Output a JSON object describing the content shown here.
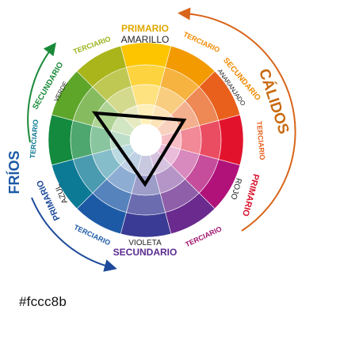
{
  "wheel": {
    "hues": [
      "#fcc500",
      "#f39a00",
      "#e8601c",
      "#e3122c",
      "#b1127a",
      "#6a2a8e",
      "#3a3b94",
      "#1d5aa6",
      "#0d7a95",
      "#138a3d",
      "#5ea62a",
      "#a9b51a"
    ],
    "center_color": "#ffffff",
    "triangle_color": "#000000"
  },
  "labels": {
    "primario_amarillo": "PRIMARIO",
    "amarillo": "AMARILLO",
    "terciario_top_right": "TERCIARIO",
    "terciario_top_left": "TERCIARIO",
    "secundario_anaranjado": "SECUNDARIO",
    "anaranjado": "ANARANJADO",
    "secundario_verde": "SECUNDARIO",
    "verde": "VERDE",
    "terciario_right": "TERCIARIO",
    "terciario_left": "TERCIARIO",
    "primario_rojo": "PRIMARIO",
    "rojo": "ROJO",
    "primario_azul": "PRIMARIO",
    "azul": "AZUL",
    "terciario_bottom_left": "TERCIARIO",
    "terciario_bottom_right": "TERCIARIO",
    "violeta": "VIOLETA",
    "secundario_violeta": "SECUNDARIO",
    "calidos": "CÁLIDOS",
    "frios": "FRÍOS"
  },
  "label_colors": {
    "primario_amarillo": "#e0a800",
    "amarillo": "#222222",
    "terciario_top_right": "#f08a00",
    "terciario_top_left": "#9bb11a",
    "secundario_anaranjado": "#f08a00",
    "anaranjado": "#222222",
    "secundario_verde": "#1a8a3a",
    "verde": "#222222",
    "terciario_right": "#e8601c",
    "terciario_left": "#0d7a95",
    "primario_rojo": "#d8122c",
    "rojo": "#222222",
    "primario_azul": "#1d4a9a",
    "azul": "#222222",
    "terciario_bottom_left": "#1d5aa6",
    "terciario_bottom_right": "#a0126f",
    "violeta": "#222222",
    "secundario_violeta": "#5a2a8e",
    "calidos": "#c86a10",
    "frios": "#1d5aa6",
    "arrow_warm": "#d8651a",
    "arrow_cool_top": "#1a8a3a",
    "arrow_cool_bottom": "#1d4a9a"
  },
  "hex_code": "#fccc8b"
}
